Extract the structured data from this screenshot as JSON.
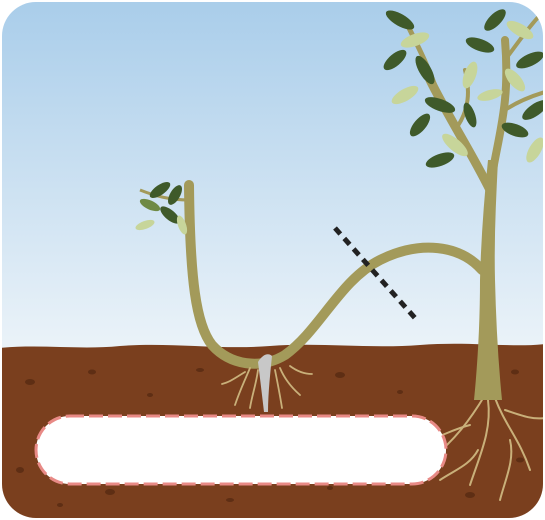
{
  "scene": {
    "subject": "layering-propagation-illustration",
    "elements": [
      "sky-background",
      "soil-layer",
      "parent-tree",
      "bent-branch",
      "new-plant-shoot",
      "cut-line-marker",
      "wound-point",
      "new-roots",
      "parent-roots",
      "soil-text-panel"
    ]
  },
  "colors": {
    "sky_top": "#a9cdea",
    "sky_bottom": "#eaf2f8",
    "soil": "#7a3f1e",
    "soil_dark": "#5e2e14",
    "trunk": "#a39a5a",
    "trunk_shadow": "#877f45",
    "leaf_dark": "#3f5a2a",
    "leaf_light": "#c7d59a",
    "root": "#c9b07a",
    "cut_line": "#222222",
    "panel_fill": "#ffffff",
    "panel_border": "#e88a86",
    "wound": "#c8c8c8"
  },
  "panel": {
    "text": ""
  }
}
